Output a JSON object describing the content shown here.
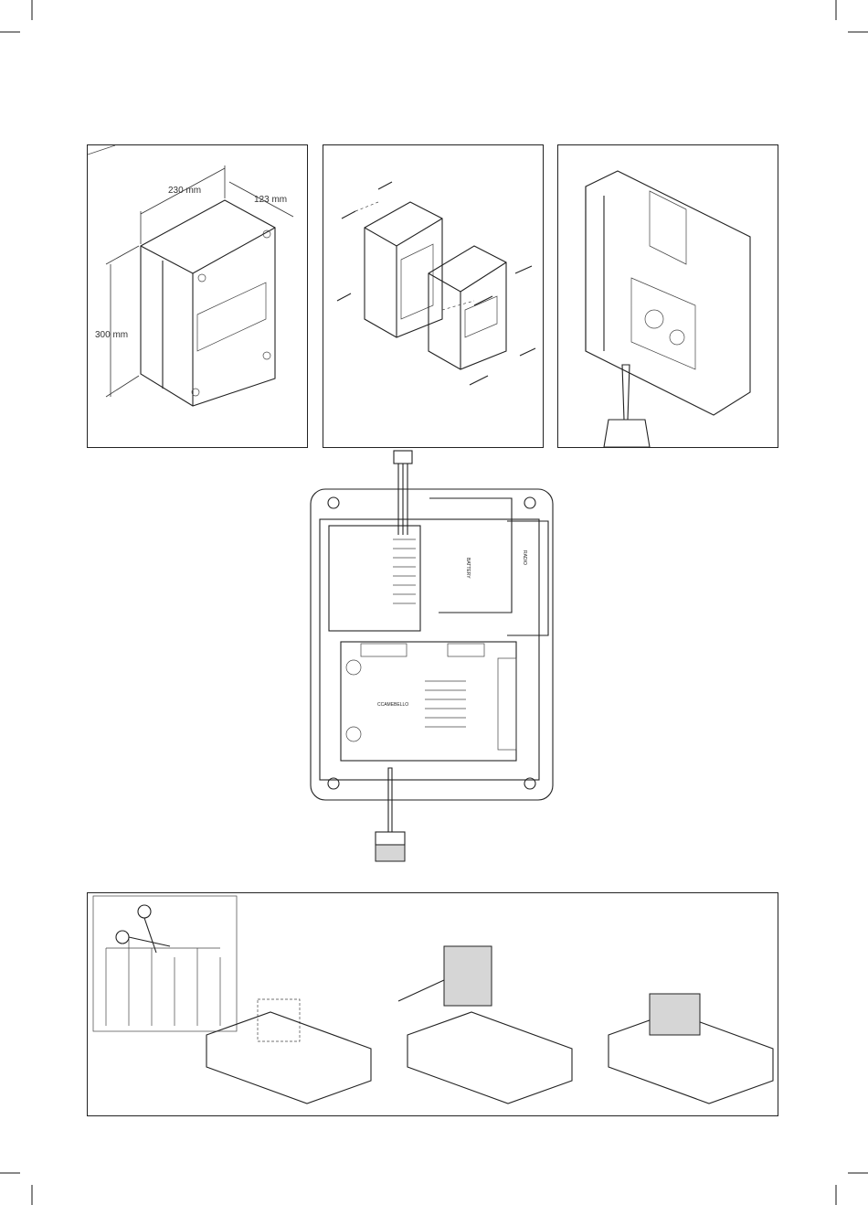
{
  "dimensions": {
    "width_label": "230 mm",
    "depth_label": "123 mm",
    "height_label": "300 mm"
  },
  "board": {
    "battery_label": "BATTERY",
    "radio_label": "RADIO",
    "brand_label": "CCAMEBELLO"
  },
  "icons": [
    "scissors-icon",
    "drill-icon",
    "screw-icon",
    "cable-gland-icon"
  ]
}
